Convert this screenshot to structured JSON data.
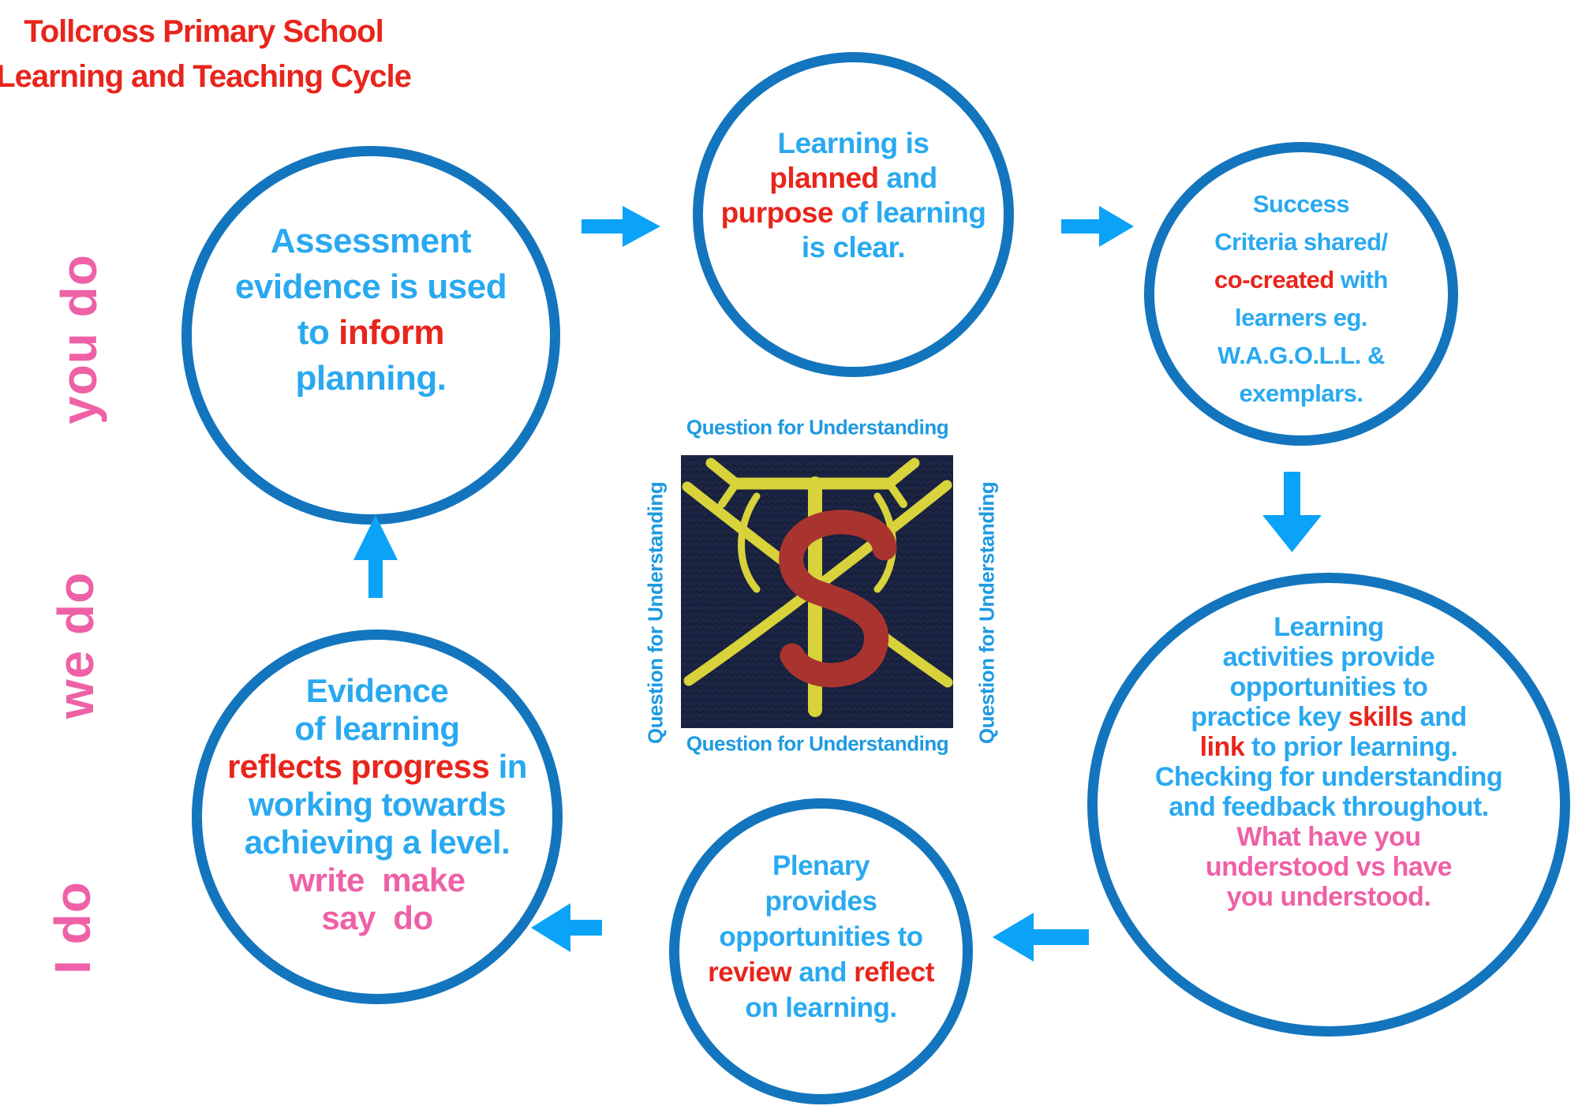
{
  "title": {
    "line1": "Tollcross Primary School",
    "line2": "Learning and Teaching Cycle"
  },
  "side_labels": [
    {
      "id": "you-do",
      "text": "you do"
    },
    {
      "id": "we-do",
      "text": "we do"
    },
    {
      "id": "i-do",
      "text": "I do"
    }
  ],
  "qfu": {
    "text": "Question for Understanding"
  },
  "circles": [
    {
      "id": "assessment",
      "lines": [
        [
          {
            "t": "Assessment",
            "c": "blue"
          }
        ],
        [
          {
            "t": "evidence is used",
            "c": "blue"
          }
        ],
        [
          {
            "t": "to ",
            "c": "blue"
          },
          {
            "t": "inform",
            "c": "red"
          }
        ],
        [
          {
            "t": "planning.",
            "c": "blue"
          }
        ]
      ]
    },
    {
      "id": "planned",
      "lines": [
        [
          {
            "t": "Learning is",
            "c": "blue"
          }
        ],
        [
          {
            "t": "planned",
            "c": "red"
          },
          {
            "t": " and",
            "c": "blue"
          }
        ],
        [
          {
            "t": "purpose",
            "c": "red"
          },
          {
            "t": " of learning",
            "c": "blue"
          }
        ],
        [
          {
            "t": "is clear.",
            "c": "blue"
          }
        ]
      ]
    },
    {
      "id": "success",
      "lines": [
        [
          {
            "t": "Success",
            "c": "blue"
          }
        ],
        [
          {
            "t": "Criteria shared/",
            "c": "blue"
          }
        ],
        [
          {
            "t": "co-created",
            "c": "red"
          },
          {
            "t": " with",
            "c": "blue"
          }
        ],
        [
          {
            "t": "learners eg.",
            "c": "blue"
          }
        ],
        [
          {
            "t": "W.A.G.O.L.L. &",
            "c": "blue"
          }
        ],
        [
          {
            "t": "exemplars.",
            "c": "blue"
          }
        ]
      ]
    },
    {
      "id": "activities",
      "lines": [
        [
          {
            "t": "Learning",
            "c": "blue"
          }
        ],
        [
          {
            "t": "activities provide",
            "c": "blue"
          }
        ],
        [
          {
            "t": "opportunities to",
            "c": "blue"
          }
        ],
        [
          {
            "t": "practice key ",
            "c": "blue"
          },
          {
            "t": "skills",
            "c": "red"
          },
          {
            "t": " and",
            "c": "blue"
          }
        ],
        [
          {
            "t": "link",
            "c": "red"
          },
          {
            "t": " to prior learning.",
            "c": "blue"
          }
        ],
        [
          {
            "t": "Checking for understanding",
            "c": "blue"
          }
        ],
        [
          {
            "t": "and feedback throughout.",
            "c": "blue"
          }
        ],
        [
          {
            "t": "What have you",
            "c": "pink"
          }
        ],
        [
          {
            "t": "understood vs have",
            "c": "pink"
          }
        ],
        [
          {
            "t": "you understood.",
            "c": "pink"
          }
        ]
      ]
    },
    {
      "id": "plenary",
      "lines": [
        [
          {
            "t": "Plenary",
            "c": "blue"
          }
        ],
        [
          {
            "t": "provides",
            "c": "blue"
          }
        ],
        [
          {
            "t": "opportunities to",
            "c": "blue"
          }
        ],
        [
          {
            "t": "review",
            "c": "red"
          },
          {
            "t": " and ",
            "c": "blue"
          },
          {
            "t": "reflect",
            "c": "red"
          }
        ],
        [
          {
            "t": "on learning.",
            "c": "blue"
          }
        ]
      ]
    },
    {
      "id": "evidence",
      "lines": [
        [
          {
            "t": "Evidence",
            "c": "blue"
          }
        ],
        [
          {
            "t": "of learning",
            "c": "blue"
          }
        ],
        [
          {
            "t": "reflects progress",
            "c": "red"
          },
          {
            "t": " in",
            "c": "blue"
          }
        ],
        [
          {
            "t": "working towards",
            "c": "blue"
          }
        ],
        [
          {
            "t": "achieving a level.",
            "c": "blue"
          }
        ],
        [
          {
            "t": "write  make",
            "c": "pink"
          }
        ],
        [
          {
            "t": "say  do",
            "c": "pink"
          }
        ]
      ]
    }
  ],
  "colors": {
    "title_red": "#e8251c",
    "text_blue": "#29a9f0",
    "text_red": "#e8251c",
    "text_pink": "#ee61a6",
    "qfu_blue": "#1e9ae0",
    "circle_border": "#1375bd",
    "arrow_blue": "#0ba3f7",
    "logo_navy": "#1c2543",
    "logo_yellow": "#d8d23b",
    "logo_red": "#a9342f"
  }
}
